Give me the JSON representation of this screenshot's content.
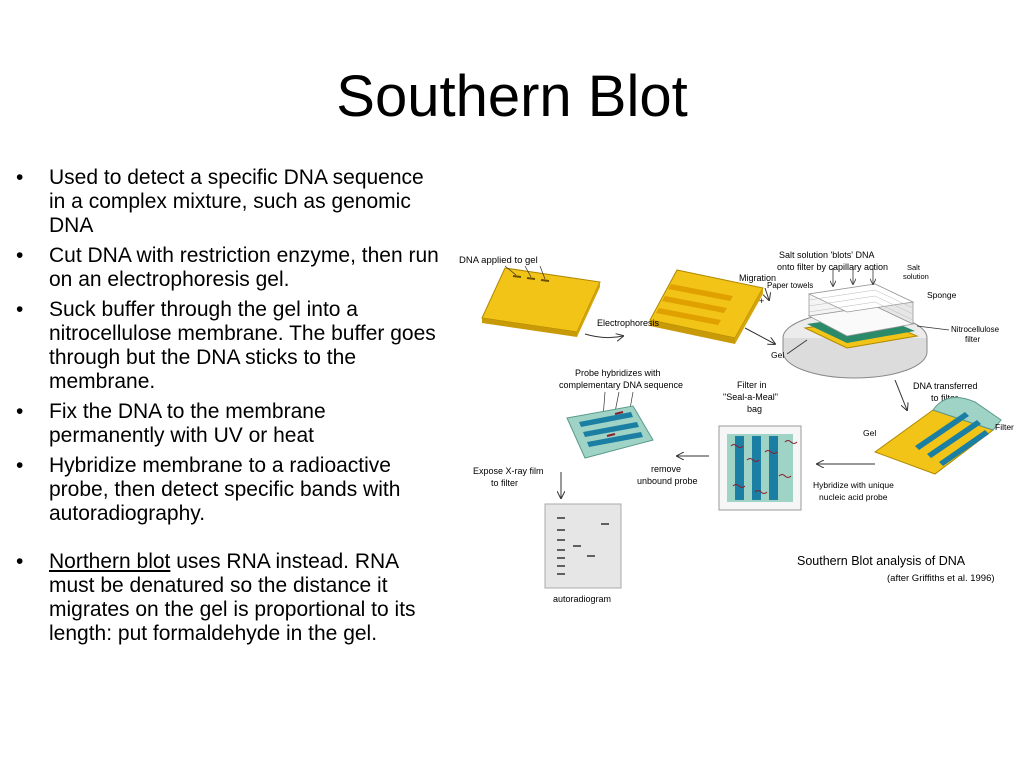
{
  "slide": {
    "title": "Southern Blot",
    "bullets": [
      {
        "text": "Used to detect a specific DNA sequence in a complex mixture, such as genomic DNA"
      },
      {
        "text": "Cut DNA with restriction enzyme, then run on an electrophoresis gel."
      },
      {
        "text": "Suck buffer through the gel into a nitrocellulose membrane.  The buffer goes through but the DNA sticks to the membrane."
      },
      {
        "text": "Fix the DNA to the membrane permanently with UV or heat"
      },
      {
        "text": "Hybridize membrane to a radioactive probe, then detect specific bands with autoradiography."
      },
      {
        "underlined": "Northern blot",
        "text": " uses RNA instead.  RNA must be denatured so the distance it migrates on the gel is proportional to its length: put formaldehyde in the gel."
      }
    ],
    "bullet_symbol": "•"
  },
  "diagram": {
    "labels": {
      "dna_applied": "DNA applied to gel",
      "electrophoresis": "Electrophoresis",
      "migration": "Migration",
      "salt_solution_1": "Salt solution 'blots' DNA",
      "salt_solution_2": "onto filter by capillary action",
      "paper_towels": "Paper towels",
      "salt_1": "Salt",
      "salt_2": "solution",
      "sponge": "Sponge",
      "nitrocellulose_1": "Nitrocellulose",
      "nitrocellulose_2": "filter",
      "gel_left": "Gel",
      "probe_1": "Probe hybridizes with",
      "probe_2": "complementary DNA sequence",
      "filter_in_1": "Filter in",
      "filter_in_2": "\"Seal-a-Meal\"",
      "filter_in_3": "bag",
      "transferred_1": "DNA transferred",
      "transferred_2": "to filter",
      "gel_right": "Gel",
      "filter": "Filter",
      "expose_1": "Expose X-ray film",
      "expose_2": "to filter",
      "remove_1": "remove",
      "remove_2": "unbound probe",
      "hybridize_1": "Hybridize with unique",
      "hybridize_2": "nucleic acid probe",
      "autoradiogram": "autoradiogram",
      "caption": "Southern Blot analysis of DNA",
      "citation": "(after Griffiths et al. 1996)",
      "plus": "+"
    },
    "colors": {
      "gel": "#f2c417",
      "gel_dark": "#c99a08",
      "band": "#e4a400",
      "filter": "#9fd3c6",
      "filter_band": "#1a7fa3",
      "probe": "#8c1d2c"
    }
  }
}
